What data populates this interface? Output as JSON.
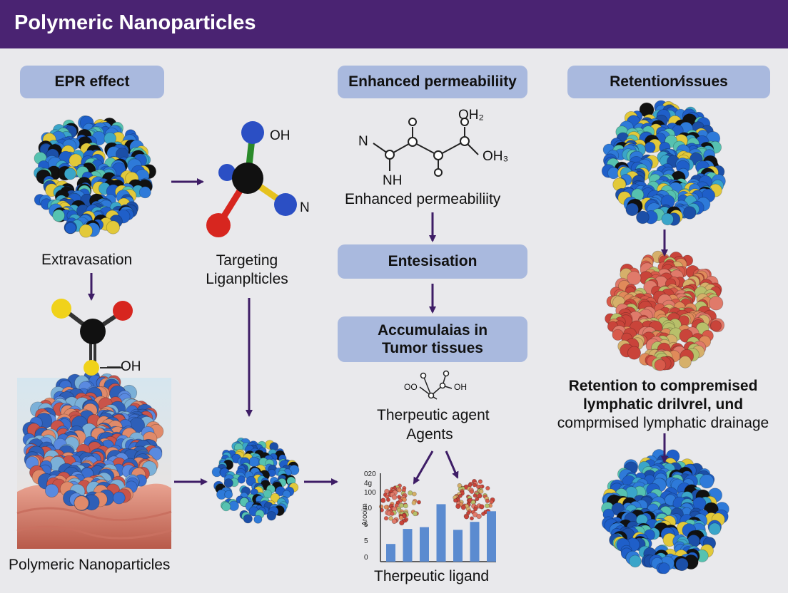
{
  "header": {
    "title": "Polymeric Nanoparticles"
  },
  "pills": {
    "epr": "EPR effect",
    "perm": "Enhanced permeabiliity",
    "retention": "Retention⁄issues",
    "extrav": "Entesisation",
    "accum_line1": "Accumulaias in",
    "accum_line2": "Tumor tissues"
  },
  "labels": {
    "extravasation": "Extravasation",
    "targeting_line1": "Targeting",
    "targeting_line2": "Liganplticles",
    "enhanced": "Enhanced permeabiliity",
    "therapeutic_line1": "Therpeutic agent",
    "therapeutic_line2": "Agents",
    "retention_line1": "Retention to compremised",
    "retention_line2": "lymphatic drilvrel, und",
    "retention_line3": "comprmised lymphatic drainage",
    "poly_np": "Polymeric Nanoparticles",
    "ther_ligand": "Therpeutic ligand"
  },
  "molecule_labels": {
    "oh_top": "OH",
    "n_right": "N",
    "oh_bottom": "—OH",
    "struct_n": "N",
    "struct_nh": "NH",
    "struct_oh2": "OH₂",
    "struct_oh3": "OH₃",
    "small_oo": "OO",
    "small_oh": "OH"
  },
  "chart_data": {
    "type": "bar",
    "title": "",
    "ylabel": "Arooim",
    "ytick_labels": [
      "020",
      "4g",
      "100",
      "10",
      "5",
      "5",
      "0"
    ],
    "values": [
      20,
      37,
      39,
      65,
      36,
      45,
      57
    ]
  },
  "colors": {
    "header": "#4a2372",
    "pill": "#a9b9de",
    "arrow": "#3e1d66",
    "bar": "#5b8bd0"
  }
}
